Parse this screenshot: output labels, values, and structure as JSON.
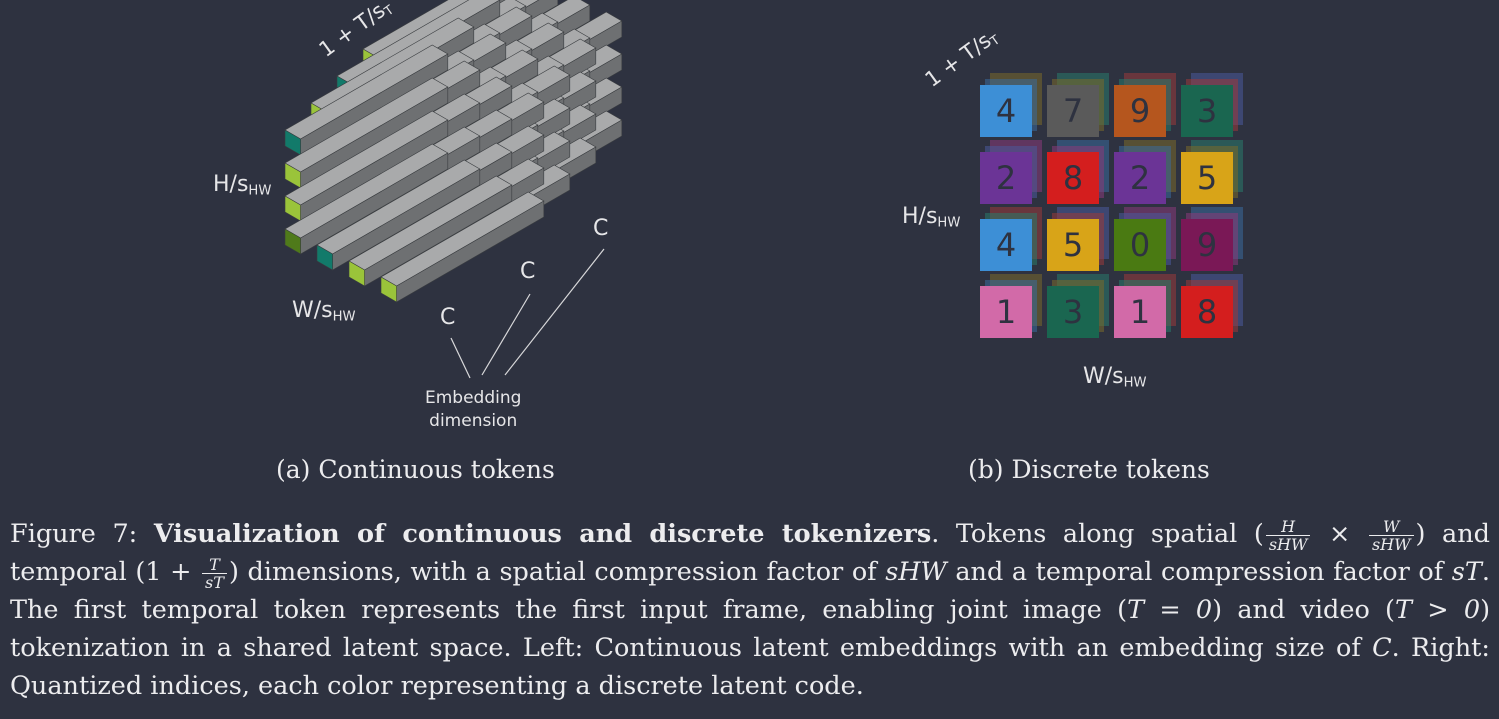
{
  "left": {
    "axis_temporal": "1 + T/s",
    "axis_temporal_sub": "T",
    "axis_height": "H/s",
    "axis_height_sub": "HW",
    "axis_width": "W/s",
    "axis_width_sub": "HW",
    "c_labels": [
      "C",
      "C",
      "C"
    ],
    "embedding_line1": "Embedding",
    "embedding_line2": "dimension",
    "subcaption": "(a) Continuous tokens",
    "colors": {
      "bar_top": "#a9aaab",
      "bar_side": "#6e7072",
      "bar_bottom": "#55585a",
      "face_teal": "#127a6a",
      "face_lime": "#9ac43a",
      "face_pale": "#d8e6a8",
      "face_olive": "#4f7a1a"
    }
  },
  "right": {
    "axis_temporal": "1 + T/s",
    "axis_temporal_sub": "T",
    "axis_height": "H/s",
    "axis_height_sub": "HW",
    "axis_width": "W/s",
    "axis_width_sub": "HW",
    "subcaption": "(b) Discrete tokens",
    "grid": [
      [
        {
          "v": "4",
          "c": "#3d8fd6"
        },
        {
          "v": "7",
          "c": "#5a5a5a"
        },
        {
          "v": "9",
          "c": "#b5561e"
        },
        {
          "v": "3",
          "c": "#1a6650"
        }
      ],
      [
        {
          "v": "2",
          "c": "#6b3496"
        },
        {
          "v": "8",
          "c": "#d41e1e"
        },
        {
          "v": "2",
          "c": "#6b3496"
        },
        {
          "v": "5",
          "c": "#d8a418"
        }
      ],
      [
        {
          "v": "4",
          "c": "#3d8fd6"
        },
        {
          "v": "5",
          "c": "#d8a418"
        },
        {
          "v": "0",
          "c": "#4a7a12"
        },
        {
          "v": "9",
          "c": "#7a1856"
        }
      ],
      [
        {
          "v": "1",
          "c": "#d26aa8"
        },
        {
          "v": "3",
          "c": "#1a6650"
        },
        {
          "v": "1",
          "c": "#d26aa8"
        },
        {
          "v": "8",
          "c": "#d41e1e"
        }
      ]
    ],
    "shadow_colors": [
      "#8a3a7a",
      "#3a6a9a",
      "#7a6a2a",
      "#2a7a6a",
      "#9a3a3a",
      "#4a5a9a"
    ]
  },
  "caption": {
    "figure_label": "Figure 7:",
    "bold_title": "Visualization of continuous and discrete tokenizers",
    "text_1": ". Tokens along spatial (",
    "frac_h_num": "H",
    "frac_h_den": "sHW",
    "times": " × ",
    "frac_w_num": "W",
    "frac_w_den": "sHW",
    "text_2": ") and temporal (1 + ",
    "frac_t_num": "T",
    "frac_t_den": "sT",
    "text_3": ") dimensions, with a spatial compression factor of ",
    "s_hw": "sHW",
    "text_4": " and a temporal compression factor of ",
    "s_t": "sT",
    "text_5": ". The first temporal token represents the first input frame, enabling joint image (",
    "img_cond": "T = 0",
    "text_6": ") and video (",
    "vid_cond": "T > 0",
    "text_7": ") tokenization in a shared latent space. Left: Continuous latent embeddings with an embedding size of ",
    "c_sym": "C",
    "text_8": ". Right: Quantized indices, each color representing a discrete latent code."
  }
}
